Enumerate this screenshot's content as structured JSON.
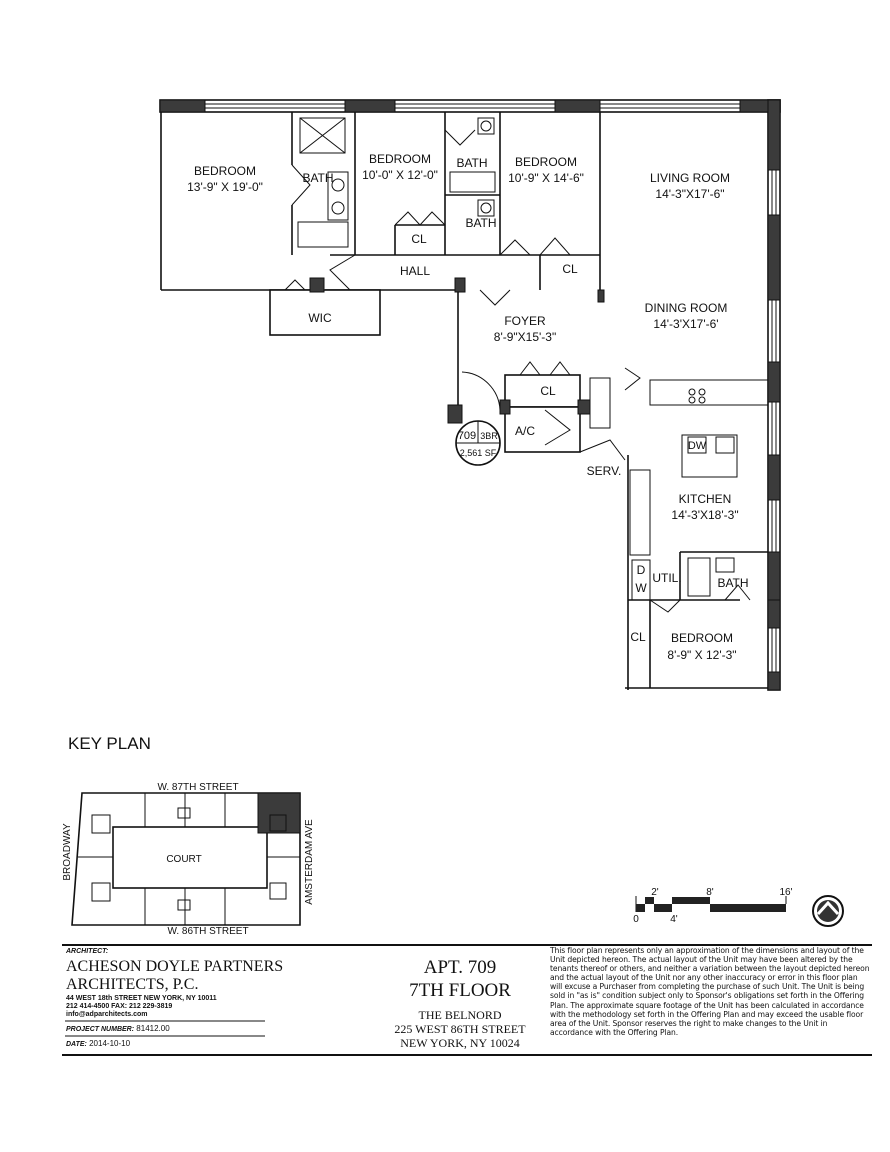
{
  "floor_plan": {
    "rooms": {
      "bedroom_1": {
        "label": "BEDROOM",
        "dims": "13'-9\" X 19'-0\""
      },
      "bath_1": {
        "label": "BATH"
      },
      "bedroom_2": {
        "label": "BEDROOM",
        "dims": "10'-0\" X 12'-0\""
      },
      "bath_2": {
        "label": "BATH"
      },
      "bath_3": {
        "label": "BATH"
      },
      "bedroom_3": {
        "label": "BEDROOM",
        "dims": "10'-9\" X 14'-6\""
      },
      "living_room": {
        "label": "LIVING ROOM",
        "dims": "14'-3\"X17'-6\""
      },
      "closet_1": {
        "label": "CL"
      },
      "closet_2": {
        "label": "CL"
      },
      "hall": {
        "label": "HALL"
      },
      "wic": {
        "label": "WIC"
      },
      "foyer": {
        "label": "FOYER",
        "dims": "8'-9\"X15'-3\""
      },
      "dining_room": {
        "label": "DINING ROOM",
        "dims": "14'-3'X17'-6'"
      },
      "closet_3": {
        "label": "CL"
      },
      "ac": {
        "label": "A/C"
      },
      "service": {
        "label": "SERV."
      },
      "kitchen": {
        "label": "KITCHEN",
        "dims": "14'-3'X18'-3\""
      },
      "dishwasher": {
        "label": "DW"
      },
      "washer_dryer": {
        "d": "D",
        "w": "W"
      },
      "utility": {
        "label": "UTIL."
      },
      "bath_4": {
        "label": "BATH"
      },
      "closet_4": {
        "label": "CL"
      },
      "bedroom_4": {
        "label": "BEDROOM",
        "dims": "8'-9\" X 12'-3\""
      }
    },
    "unit_badge": {
      "unit": "709",
      "bedrooms": "3BR",
      "area": "2,561 SF"
    }
  },
  "key_plan": {
    "title": "KEY PLAN",
    "north_street": "W. 87TH STREET",
    "south_street": "W. 86TH STREET",
    "west_street": "BROADWAY",
    "east_street": "AMSTERDAM AVE",
    "court": "COURT"
  },
  "scale_bar": {
    "ticks": [
      "0",
      "2'",
      "4'",
      "8'",
      "16'"
    ]
  },
  "title_block": {
    "architect_label": "ARCHITECT:",
    "firm_line1": "ACHESON DOYLE PARTNERS",
    "firm_line2": "ARCHITECTS, P.C.",
    "address": "44 WEST 18th STREET   NEW YORK, NY 10011",
    "phone": "212 414-4500   FAX: 212 229-3819",
    "email": "info@adparchitects.com",
    "project_label": "PROJECT NUMBER:",
    "project_number": "81412.00",
    "date_label": "DATE:",
    "date": "2014-10-10",
    "apt": "APT. 709",
    "floor": "7TH FLOOR",
    "building": "THE BELNORD",
    "street": "225 WEST 86TH STREET",
    "city": "NEW YORK, NY 10024",
    "disclaimer": "This floor plan represents only an approximation of the dimensions and layout of the Unit depicted hereon. The actual layout of the Unit may have been altered by the tenants thereof or others, and neither a variation between the layout depicted hereon and the actual layout of the Unit nor any other inaccuracy or error in this floor plan will excuse a Purchaser from completing the purchase of such Unit. The Unit is being sold in \"as is\" condition subject only to Sponsor's obligations set forth in the Offering Plan. The approximate square footage of the Unit has been calculated in accordance with the methodology set forth in the Offering Plan and may exceed the usable floor area of the Unit. Sponsor reserves the right to make changes to the Unit in accordance with the Offering Plan."
  }
}
